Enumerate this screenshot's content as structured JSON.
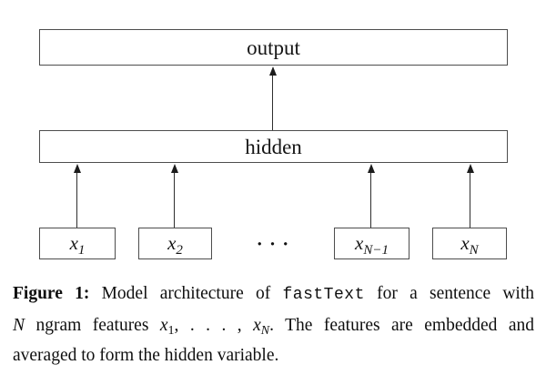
{
  "diagram": {
    "output_label": "output",
    "hidden_label": "hidden",
    "inputs": [
      {
        "base": "x",
        "sub": "1"
      },
      {
        "base": "x",
        "sub": "2"
      },
      {
        "base": "x",
        "sub": "N−1"
      },
      {
        "base": "x",
        "sub": "N"
      }
    ],
    "ellipsis": "· · ·"
  },
  "caption": {
    "fig_label": "Figure 1:",
    "text_1": " Model architecture of ",
    "code_word": "fastText",
    "text_2": " for a sentence with",
    "math_N": "N",
    "text_3": " ngram features ",
    "math_x1_base": "x",
    "math_x1_sub": "1",
    "text_4": ", . . . , ",
    "math_xN_base": "x",
    "math_xN_sub": "N",
    "text_5": ". The features are embedded and",
    "line_3": "averaged to form the hidden variable."
  },
  "colors": {
    "background": "#ffffff",
    "box_border": "#4d4d4d",
    "text": "#151515"
  }
}
